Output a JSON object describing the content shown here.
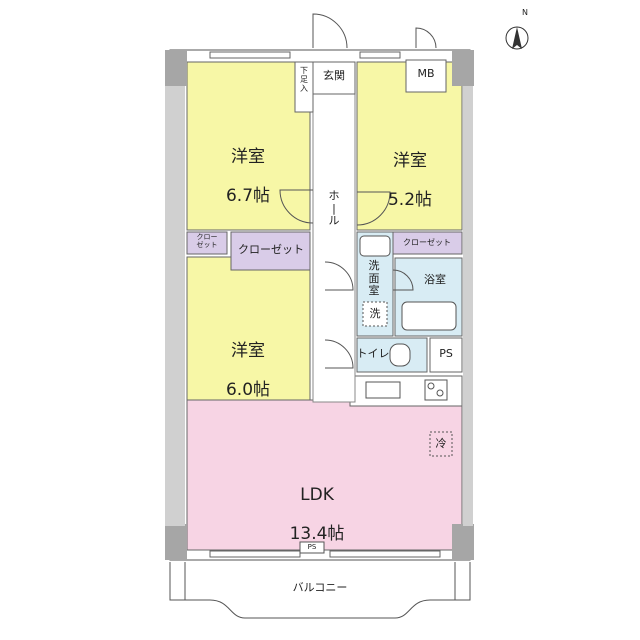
{
  "rooms": {
    "western1": {
      "name": "洋室",
      "size": "6.7帖"
    },
    "western2": {
      "name": "洋室",
      "size": "5.2帖"
    },
    "western3": {
      "name": "洋室",
      "size": "6.0帖"
    },
    "ldk": {
      "name": "LDK",
      "size": "13.4帖"
    }
  },
  "labels": {
    "entrance": "玄関",
    "shoe_storage": "下\n足\n入",
    "mb": "MB",
    "hall": "ホ\n|\nル",
    "closet_small": "クロー\nゼット",
    "closet1": "クローゼット",
    "closet2": "クローゼット",
    "washroom": "洗\n面\n室",
    "washer": "洗",
    "bath": "浴室",
    "toilet": "トイレ",
    "ps1": "PS",
    "ps2": "PS",
    "fridge": "冷",
    "balcony": "バルコニー",
    "compass": "N"
  },
  "colors": {
    "western_room": "#f7f7a6",
    "ldk": "#f7d4e4",
    "closet": "#d9cce8",
    "water": "#d8ecf4",
    "wall": "#a6a6a6"
  }
}
